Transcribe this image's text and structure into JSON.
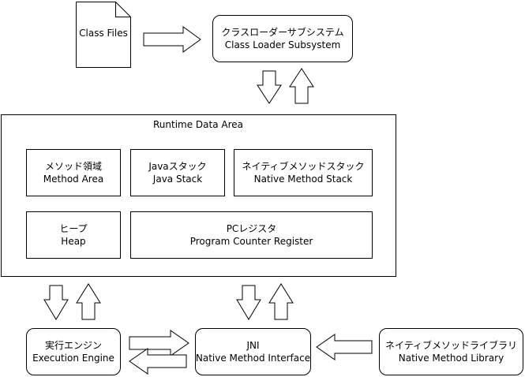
{
  "class_files": {
    "label": "Class Files"
  },
  "class_loader": {
    "line1": "クラスローダーサブシステム",
    "line2": "Class Loader Subsystem"
  },
  "runtime_data_area": {
    "title": "Runtime Data Area",
    "method_area": {
      "line1": "メソッド領域",
      "line2": "Method Area"
    },
    "java_stack": {
      "line1": "Javaスタック",
      "line2": "Java Stack"
    },
    "native_method_stack": {
      "line1": "ネイティブメソッドスタック",
      "line2": "Native Method Stack"
    },
    "heap": {
      "line1": "ヒープ",
      "line2": "Heap"
    },
    "pc_register": {
      "line1": "PCレジスタ",
      "line2": "Program Counter Register"
    }
  },
  "execution_engine": {
    "line1": "実行エンジン",
    "line2": "Execution Engine"
  },
  "jni": {
    "line1": "JNI",
    "line2": "Native Method Interface"
  },
  "native_method_library": {
    "line1": "ネイティブメソッドライブラリ",
    "line2": "Native Method Library"
  }
}
